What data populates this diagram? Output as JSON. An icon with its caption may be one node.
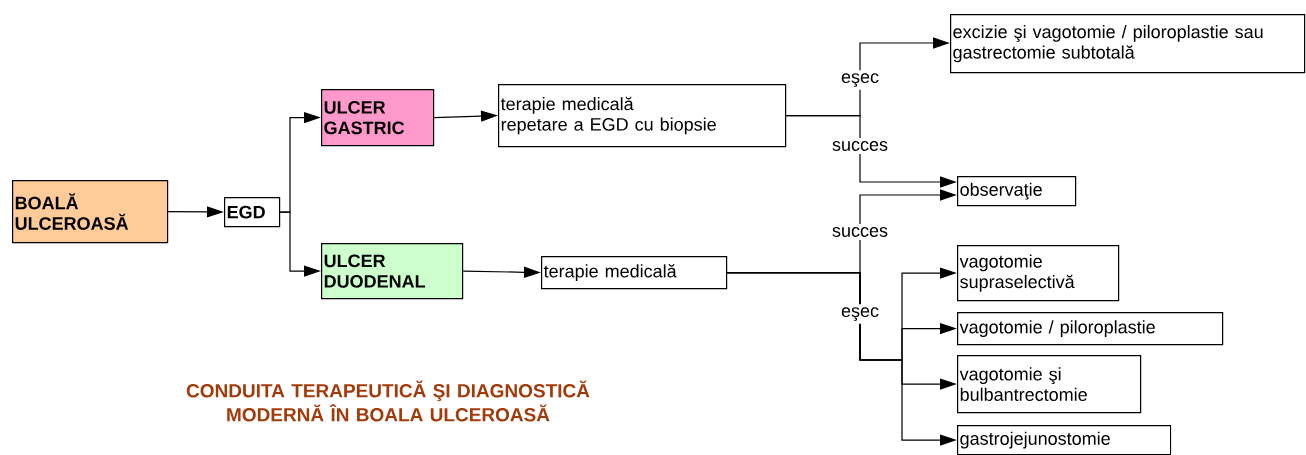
{
  "diagram": {
    "title": "CONDUITA TERAPEUTICĂ ŞI DIAGNOSTICĂ MODERNĂ ÎN BOALA ULCEROASĂ",
    "nodes": [
      {
        "text": [
          "BOALĂ ULCEROASĂ"
        ]
      },
      {
        "text": [
          "EGD"
        ]
      },
      {
        "text": [
          "ULCER GASTRIC"
        ]
      },
      {
        "text": [
          "ULCER DUODENAL"
        ]
      },
      {
        "text": [
          "terapie medicală",
          "repetare a EGD cu biopsie"
        ]
      },
      {
        "text": [
          "terapie medicală"
        ]
      },
      {
        "text": [
          "excizie şi vagotomie / piloroplastie sau gastrectomie subtotală"
        ]
      },
      {
        "text": [
          "observaţie"
        ]
      },
      {
        "text": [
          "vagotomie supraselectivă"
        ]
      },
      {
        "text": [
          "vagotomie / piloroplastie"
        ]
      },
      {
        "text": [
          "vagotomie şi bulbantrectomie"
        ]
      },
      {
        "text": [
          "gastrojejunostomie"
        ]
      }
    ],
    "edges": [
      {
        "from": 0,
        "to": 1,
        "arrow": "to"
      },
      {
        "from": 1,
        "to": 2,
        "arrow": "to"
      },
      {
        "from": 1,
        "to": 3,
        "arrow": "to"
      },
      {
        "from": 2,
        "to": 4,
        "arrow": "to"
      },
      {
        "from": 3,
        "to": 5,
        "arrow": "to"
      },
      {
        "from": 4,
        "to": 6,
        "label": "eşec",
        "arrow": "to"
      },
      {
        "from": 4,
        "to": 7,
        "label": "succes",
        "arrow": "to"
      },
      {
        "from": 5,
        "to": 7,
        "label": "succes",
        "arrow": "to"
      },
      {
        "from": 5,
        "to": 8,
        "label": "eşec",
        "arrow": "to"
      },
      {
        "from": 5,
        "to": 9,
        "arrow": "to"
      },
      {
        "from": 5,
        "to": 10,
        "arrow": "to"
      },
      {
        "from": 5,
        "to": 11,
        "arrow": "to"
      }
    ]
  }
}
